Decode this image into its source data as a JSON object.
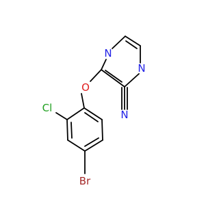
{
  "molecule": {
    "atoms": {
      "n_pyrazine_top": {
        "label": "N",
        "color": "#2020e6"
      },
      "n_pyrazine_right": {
        "label": "N",
        "color": "#2020e6"
      },
      "n_nitrile": {
        "label": "N",
        "color": "#2020e6"
      },
      "o_ether": {
        "label": "O",
        "color": "#e02020"
      },
      "cl": {
        "label": "Cl",
        "color": "#20a020"
      },
      "br": {
        "label": "Br",
        "color": "#a52a2a"
      }
    }
  }
}
